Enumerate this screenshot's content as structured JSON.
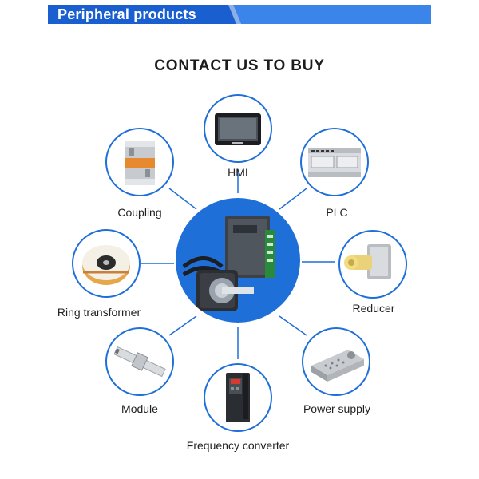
{
  "banner": {
    "title": "Peripheral products"
  },
  "heading": "CONTACT US TO BUY",
  "products": [
    {
      "id": "hmi",
      "label": "HMI",
      "icon": "hmi-screen-icon"
    },
    {
      "id": "plc",
      "label": "PLC",
      "icon": "plc-module-icon"
    },
    {
      "id": "coupling",
      "label": "Coupling",
      "icon": "coupling-icon"
    },
    {
      "id": "ring-transformer",
      "label": "Ring transformer",
      "icon": "toroidal-transformer-icon"
    },
    {
      "id": "reducer",
      "label": "Reducer",
      "icon": "gear-reducer-icon"
    },
    {
      "id": "module",
      "label": "Module",
      "icon": "linear-module-icon"
    },
    {
      "id": "power-supply",
      "label": "Power supply",
      "icon": "power-supply-icon"
    },
    {
      "id": "frequency-converter",
      "label": "Frequency converter",
      "icon": "frequency-converter-icon"
    }
  ],
  "center": {
    "icon": "servo-motor-driver-icon"
  },
  "colors": {
    "accent": "#1f6fd9",
    "banner": "#1a5fd0",
    "heading": "#1c1c1c"
  }
}
